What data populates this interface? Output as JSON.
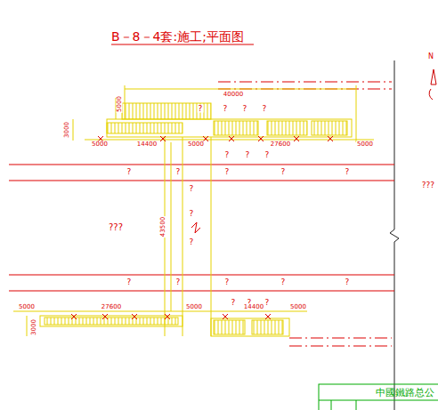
{
  "diagram": {
    "title": "B－8－4套:施工;平面图",
    "labels": [
      "N",
      "40000",
      "5000",
      "3000",
      "5000",
      "14400",
      "5000",
      "27600",
      "5000",
      "?",
      "?",
      "?",
      "?",
      "?",
      "?",
      "?",
      "?",
      "?",
      "?",
      "?",
      "?",
      "???",
      "?",
      "?",
      "???",
      "43500",
      "?",
      "?",
      "?",
      "?",
      "?",
      "?",
      "?",
      "?",
      "?",
      "5000",
      "27600",
      "5000",
      "14400",
      "5000",
      "3000",
      "中國鐵路总公"
    ]
  }
}
